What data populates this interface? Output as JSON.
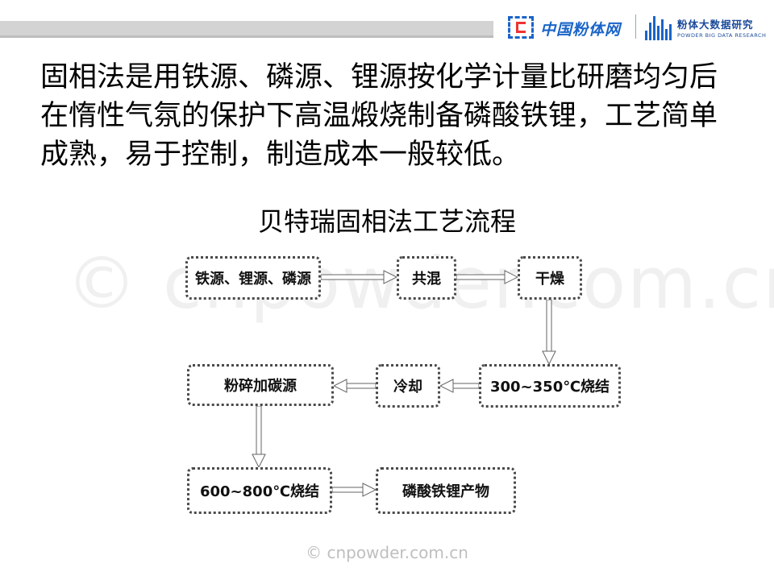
{
  "header": {
    "logo_cnpowder": "中国粉体网",
    "logo_bigdata_title": "粉体大数据研究",
    "logo_bigdata_sub": "POWDER BIG DATA RESEARCH"
  },
  "body_text": "固相法是用铁源、磷源、锂源按化学计量比研磨均匀后在惰性气氛的保护下高温煅烧制备磷酸铁锂，工艺简单成熟，易于控制，制造成本一般较低。",
  "diagram": {
    "title": "贝特瑞固相法工艺流程",
    "nodes": {
      "raw": "铁源、锂源、磷源",
      "mix": "共混",
      "dry": "干燥",
      "sinter1": "300~350℃烧结",
      "cool": "冷却",
      "crush": "粉碎加碳源",
      "sinter2": "600~800℃烧结",
      "product": "磷酸铁锂产物"
    }
  },
  "watermark": {
    "large": "© cnpowder.com.cn",
    "footer": "© cnpowder.com.cn"
  }
}
